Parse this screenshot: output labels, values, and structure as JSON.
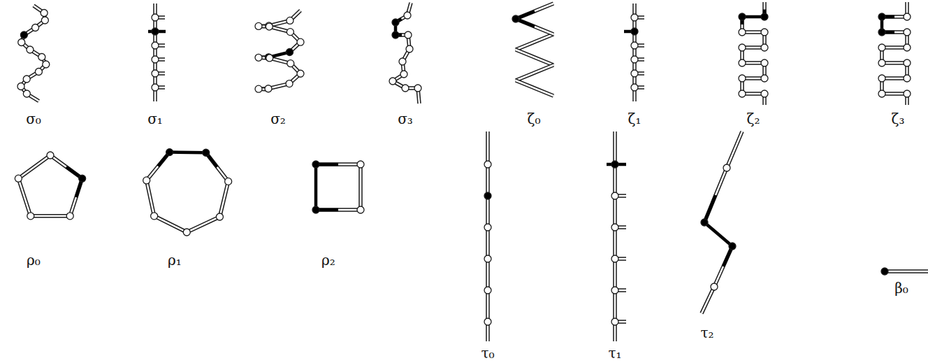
{
  "diagram": {
    "labels": [
      "σ₀",
      "σ₁",
      "σ₂",
      "σ₃",
      "ζ₀",
      "ζ₁",
      "ζ₂",
      "ζ₃",
      "ρ₀",
      "ρ₁",
      "ρ₂",
      "τ₀",
      "τ₁",
      "τ₂",
      "β₀"
    ]
  }
}
